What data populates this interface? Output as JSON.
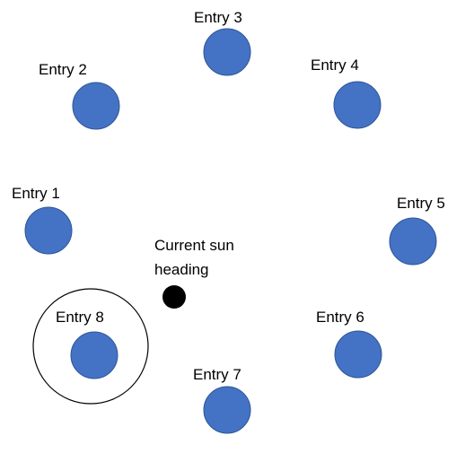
{
  "colors": {
    "entry_fill": "#4472C4",
    "entry_stroke": "#2F5597",
    "sun_fill": "#000000",
    "ring_stroke": "#000000"
  },
  "entries": [
    {
      "label": "Entry 1"
    },
    {
      "label": "Entry 2"
    },
    {
      "label": "Entry 3"
    },
    {
      "label": "Entry 4"
    },
    {
      "label": "Entry 5"
    },
    {
      "label": "Entry 6"
    },
    {
      "label": "Entry 7"
    },
    {
      "label": "Entry 8",
      "highlighted": true
    }
  ],
  "sun": {
    "label_line1": "Current sun",
    "label_line2": "heading"
  }
}
